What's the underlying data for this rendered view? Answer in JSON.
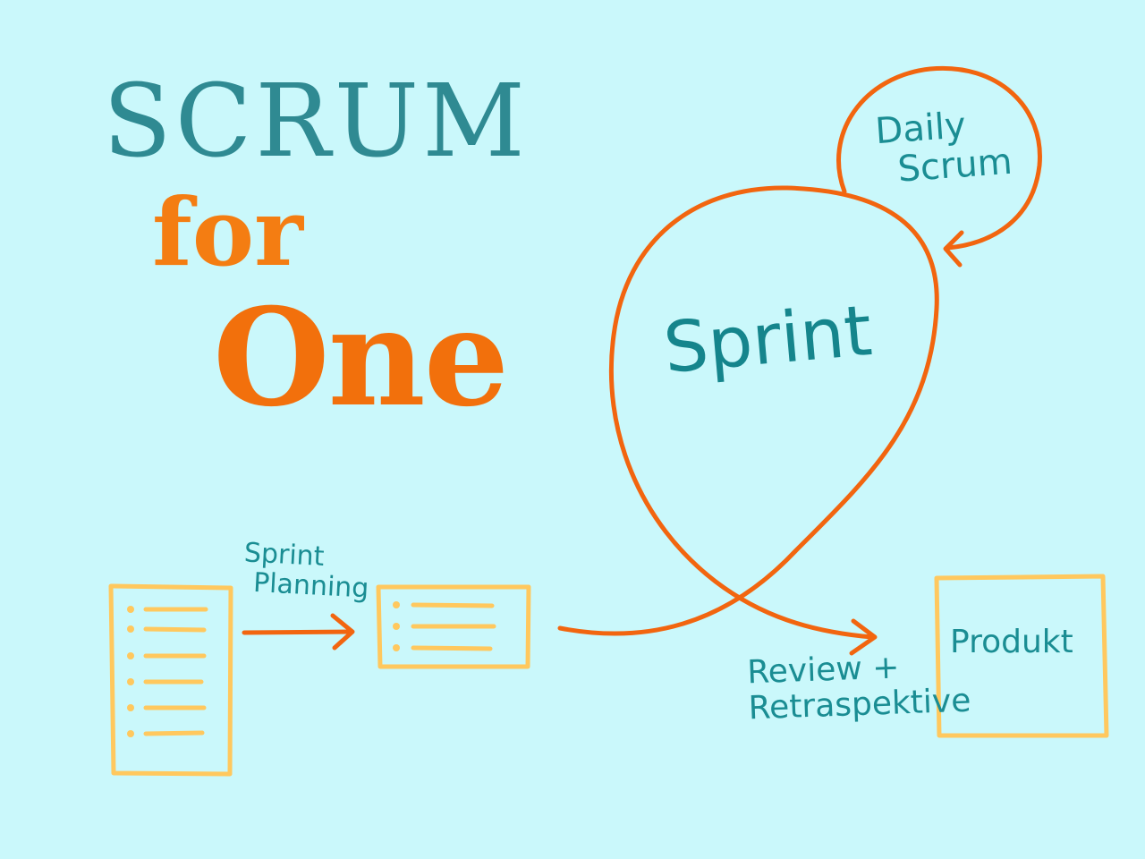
{
  "title": {
    "line1": "SCRUM",
    "line2": "for",
    "line3": "One"
  },
  "labels": {
    "daily_scrum_1": "Daily",
    "daily_scrum_2": "Scrum",
    "sprint": "Sprint",
    "sprint_planning_1": "Sprint",
    "sprint_planning_2": "Planning",
    "review_1": "Review +",
    "review_2": "Retraspektive",
    "produkt": "Produkt"
  },
  "colors": {
    "background": "#caf8fb",
    "teal": "#2f8a92",
    "orange": "#f47d12",
    "arrow_orange": "#f2650f",
    "box_yellow": "#ffc85e"
  }
}
